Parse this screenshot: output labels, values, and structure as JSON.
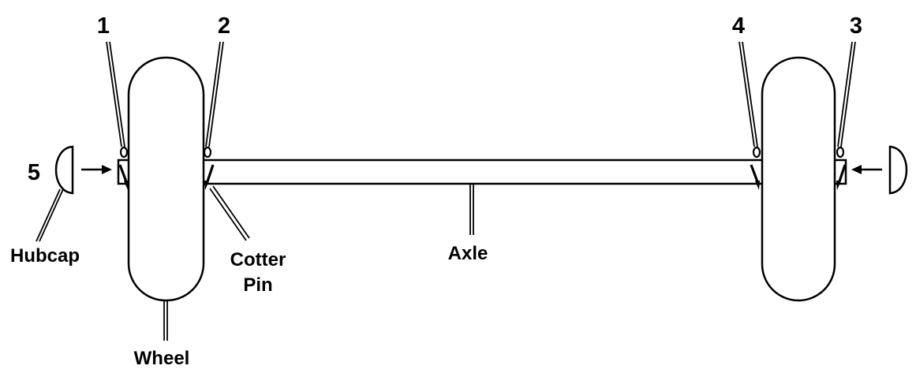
{
  "diagram": {
    "numbers": {
      "n1": "1",
      "n2": "2",
      "n3": "3",
      "n4": "4",
      "n5": "5"
    },
    "labels": {
      "hubcap": "Hubcap",
      "cotter_pin_line1": "Cotter",
      "cotter_pin_line2": "Pin",
      "axle": "Axle",
      "wheel": "Wheel"
    }
  },
  "colors": {
    "ink": "#000000",
    "paper": "#ffffff"
  }
}
